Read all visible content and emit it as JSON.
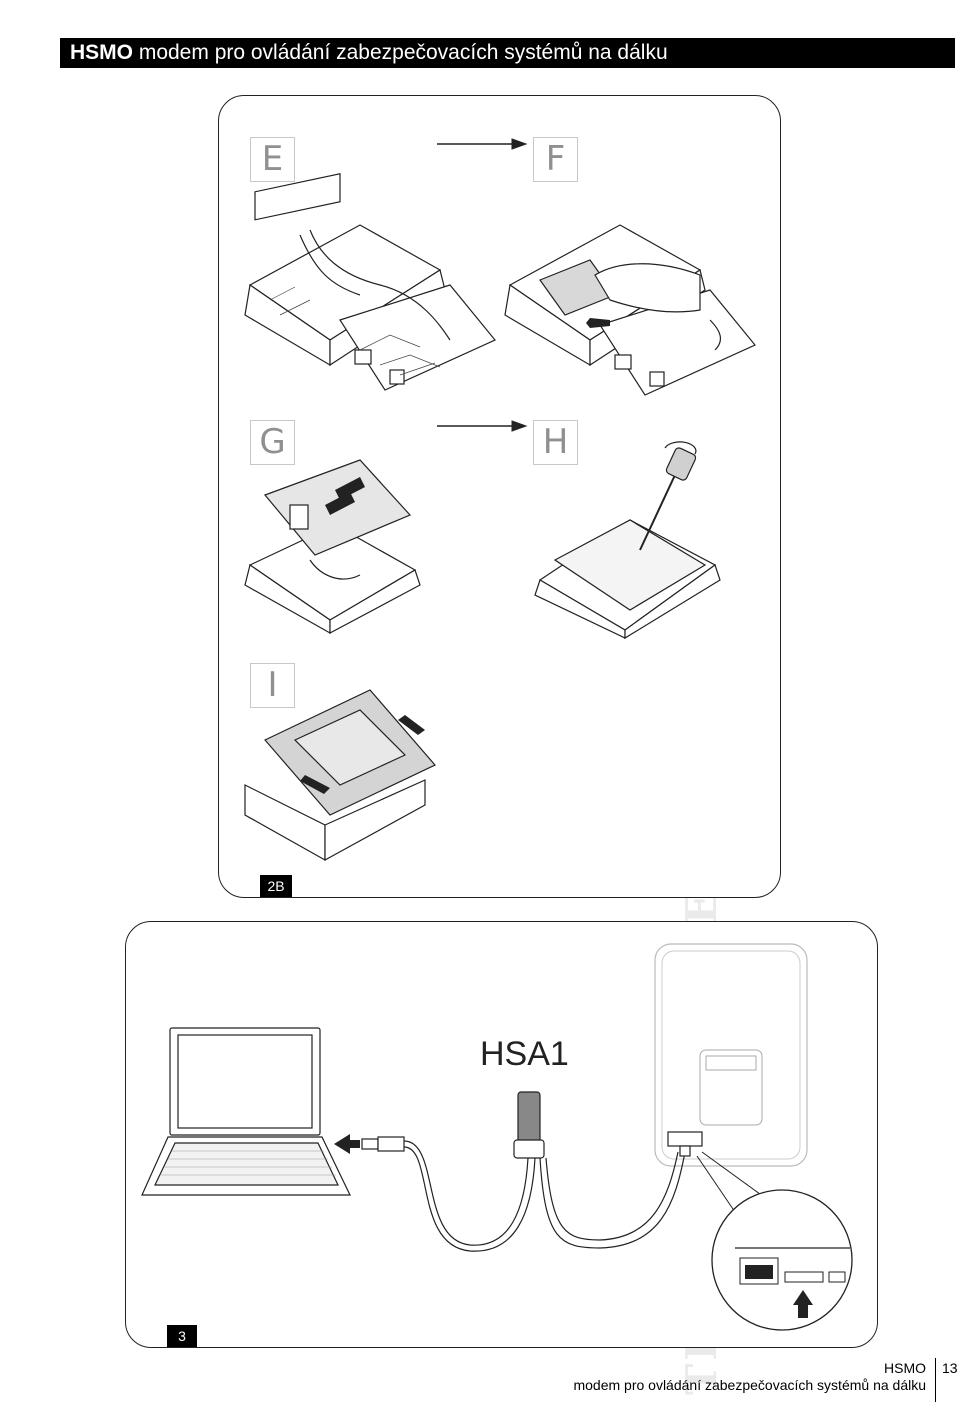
{
  "header": {
    "title_bold": "HSMO",
    "title_rest": " modem pro ovládání zabezpečovacích systémů na dálku"
  },
  "watermark": "TECHNOPARK® TECHNOPARK® TECHNOPARK®",
  "panel_2b": {
    "steps": [
      "E",
      "F",
      "G",
      "H",
      "I"
    ],
    "tag": "2B"
  },
  "panel_3": {
    "device_label": "HSA1",
    "tag": "3"
  },
  "footer": {
    "title": "HSMO",
    "subtitle": "modem pro ovládání zabezpečovacích systémů na dálku",
    "page_number": "13"
  },
  "colors": {
    "header_bg": "#000000",
    "line": "#222222",
    "step_box_border": "#c8c8c8",
    "step_text": "#909090",
    "watermark": "#eaeaea"
  }
}
